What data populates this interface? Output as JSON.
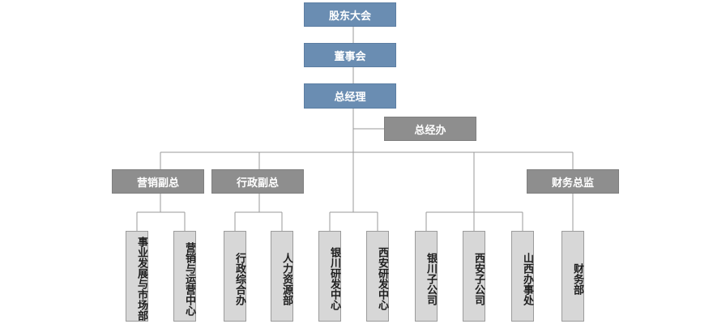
{
  "top": {
    "shareholders": "股东大会",
    "board": "董事会",
    "gm": "总经理",
    "gm_office": "总经办"
  },
  "vps": {
    "marketing_vp": "营销副总",
    "admin_vp": "行政副总",
    "finance_director": "财务总监"
  },
  "units": [
    "事业发展与市场部",
    "营销与运营中心",
    "行政综合办",
    "人力资源部",
    "银川研发中心",
    "西安研发中心",
    "银川子公司",
    "西安子公司",
    "山西办事处",
    "财务部"
  ]
}
